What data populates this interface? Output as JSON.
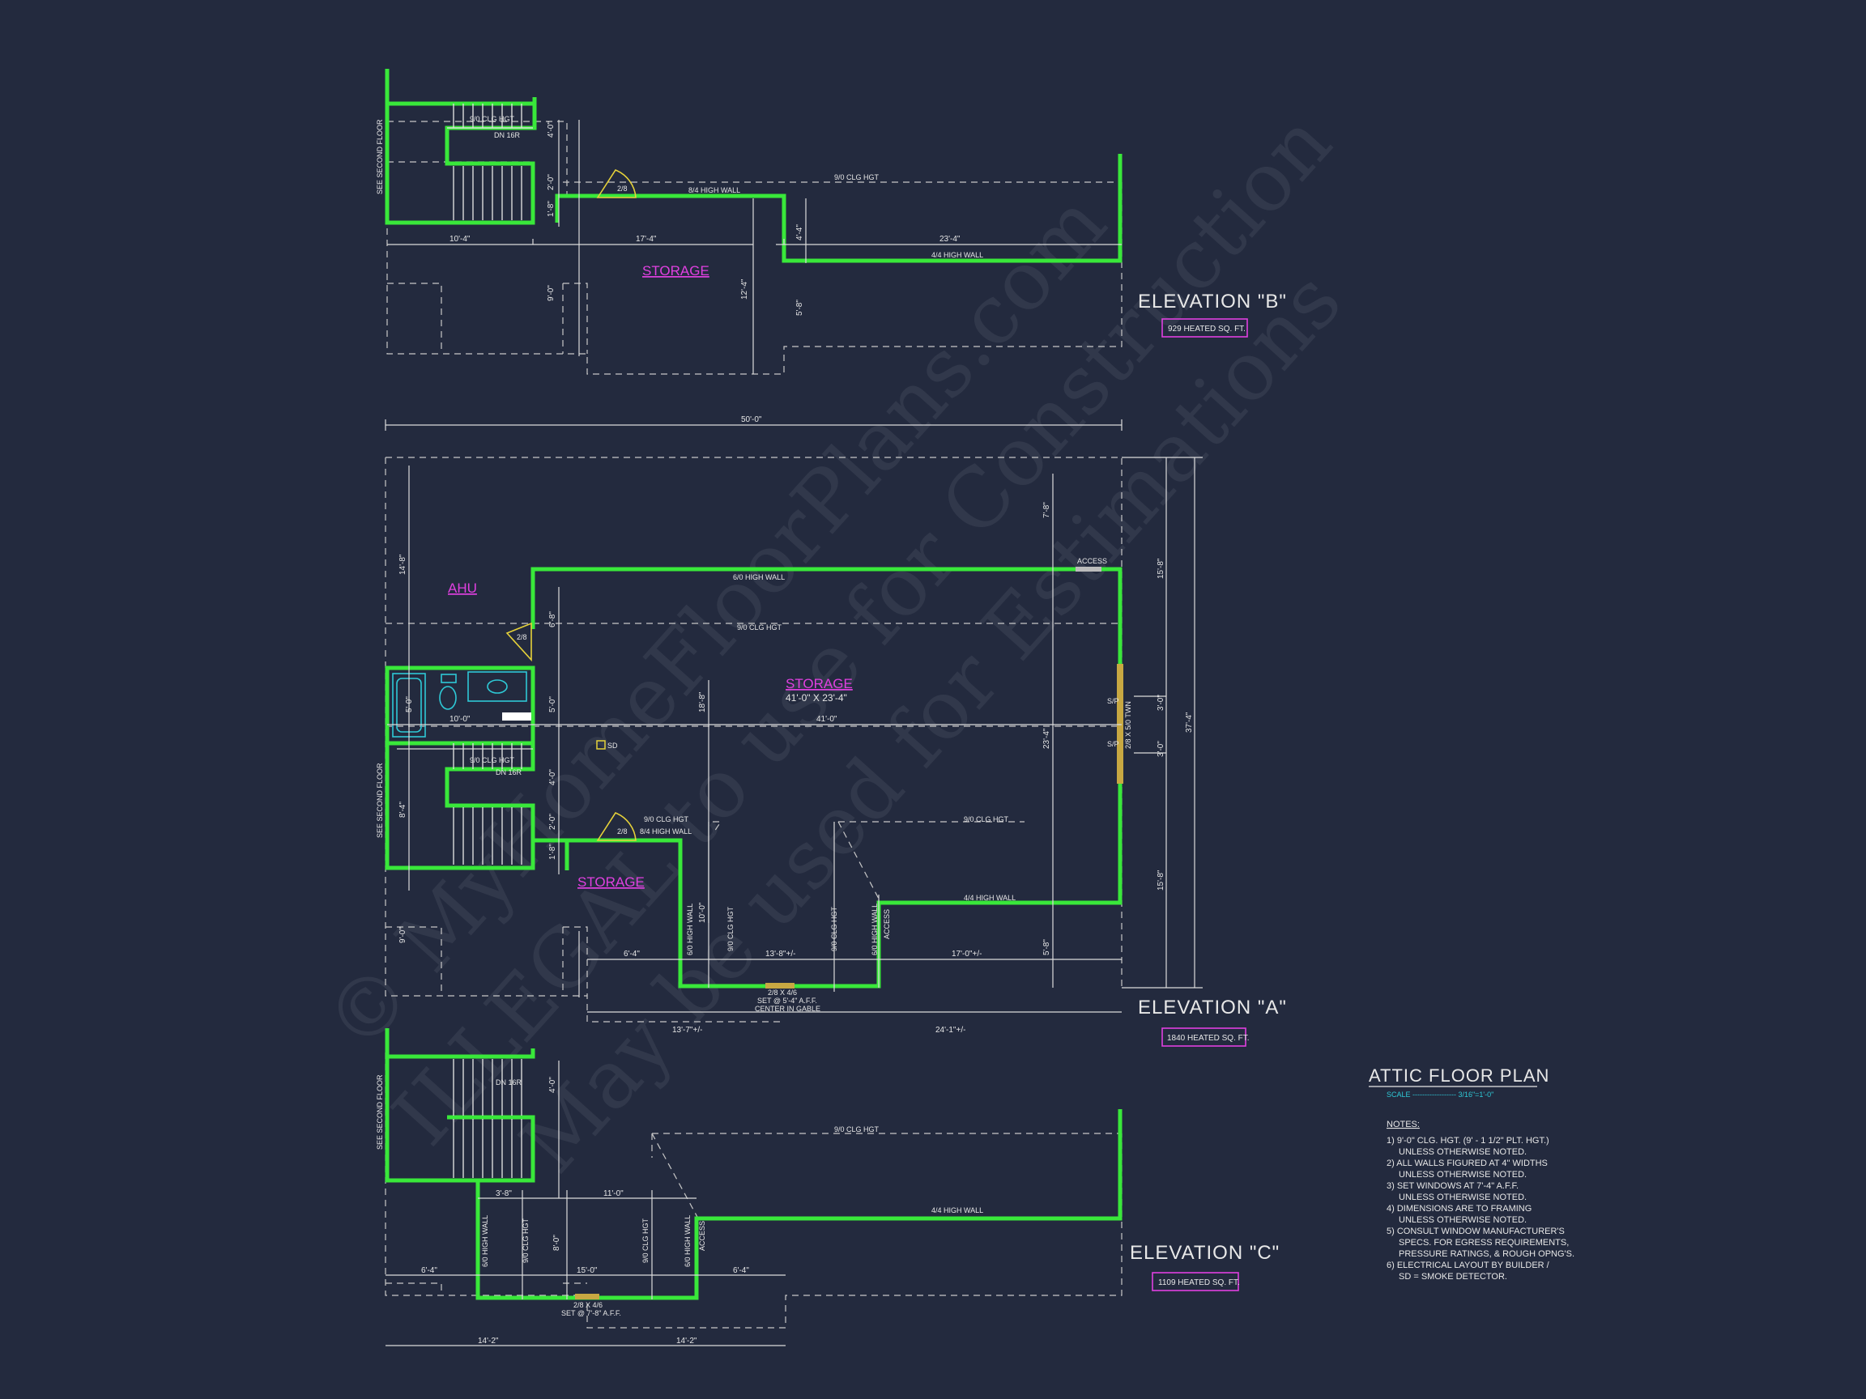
{
  "watermark": {
    "line1": "© MyHomeFloorPlans.com",
    "line2": "ILLEGAL to use for Construction",
    "line3": "May be used for Estimations"
  },
  "elevation_b": {
    "label": "ELEVATION \"B\"",
    "sqft": "929 HEATED SQ. FT.",
    "room": "STORAGE",
    "see_floor": "SEE SECOND FLOOR",
    "clg1": "9/0 CLG HGT",
    "clg2": "9/0 CLG HGT",
    "up": "DN 16R",
    "wall_high": "8/4 HIGH WALL",
    "wall_low": "4/4 HIGH WALL",
    "door": "2/8",
    "d1": "10'-4\"",
    "d2": "17'-4\"",
    "d3": "23'-4\"",
    "d4": "4'-0\"",
    "d5": "2'-0\"",
    "d6": "1'-8\"",
    "d7": "9'-0\"",
    "d8": "12'-4\"",
    "d9": "4'-4\"",
    "d10": "5'-8\""
  },
  "elevation_a": {
    "label": "ELEVATION \"A\"",
    "sqft": "1840 HEATED SQ. FT.",
    "room_main": "STORAGE",
    "room_main_dims": "41'-0\" X 23'-4\"",
    "room_lower": "STORAGE",
    "ahu": "AHU",
    "see_floor": "SEE SECOND FLOOR",
    "access_top": "ACCESS",
    "access_right": "ACCESS",
    "sd": "SD",
    "overall": "50'-0\"",
    "wall_top": "6/0 HIGH WALL",
    "clg_top": "9/0 CLG HGT",
    "clg_stair": "9/0 CLG HGT",
    "dn": "DN 16R",
    "clg_mid": "9/0 CLG HGT",
    "wall_mid": "8/4 HIGH WALL",
    "clg_right": "9/0 CLG HGT",
    "wall_right": "4/4 HIGH WALL",
    "wall_v1": "6/0 HIGH WALL",
    "clg_v1": "9/0 CLG HGT",
    "clg_v2": "9/0 CLG HGT",
    "wall_v2": "6/0 HIGH WALL",
    "window_right": "2/8 X 5/0 TWN",
    "sp1": "S/P",
    "sp2": "S/P",
    "win_bottom": "2/8 X 4/6",
    "win_bottom2": "SET @ 5'-4\" A.F.F.",
    "win_bottom3": "CENTER IN GABLE",
    "door1": "2/8",
    "door2": "2/8",
    "bath_w": "10'-0\"",
    "bath_h": "5'-0\"",
    "d14_8": "14'-8\"",
    "d6_8": "6'-8\"",
    "d5_0": "5'-0\"",
    "d4_0": "4'-0\"",
    "d2_0": "2'-0\"",
    "d1_8": "1'-8\"",
    "d8_4": "8'-4\"",
    "d9_0": "9'-0\"",
    "d18_8": "18'-8\"",
    "d41": "41'-0\"",
    "d7_8": "7'-8\"",
    "d23_4": "23'-4\"",
    "d5_8": "5'-8\"",
    "d10_0": "10'-0\"",
    "d6_4": "6'-4\"",
    "d13_8": "13'-8\"+/-",
    "d17_0": "17'-0\"+/-",
    "d13_7": "13'-7\"+/-",
    "d24_1": "24'-1\"+/-",
    "r15_8a": "15'-8\"",
    "r3_0a": "3'-0\"",
    "r3_0b": "3'-0\"",
    "r15_8b": "15'-8\"",
    "r37_4": "37'-4\""
  },
  "elevation_c": {
    "label": "ELEVATION \"C\"",
    "sqft": "1109 HEATED SQ. FT.",
    "see_floor": "SEE SECOND FLOOR",
    "dn": "DN 16R",
    "clg": "9/0 CLG HGT",
    "wall_low": "4/4 HIGH WALL",
    "wall_v1": "6/0 HIGH WALL",
    "clg_v1": "9/0 CLG HGT",
    "clg_v2": "9/0 CLG HGT",
    "wall_v2": "6/0 HIGH WALL",
    "access": "ACCESS",
    "win": "2/8 X 4/6",
    "win2": "SET @ 7'-8\" A.F.F.",
    "d3_8": "3'-8\"",
    "d11_0": "11'-0\"",
    "d6_4a": "6'-4\"",
    "d15_0": "15'-0\"",
    "d6_4b": "6'-4\"",
    "d14_2a": "14'-2\"",
    "d14_2b": "14'-2\"",
    "d4_0": "4'-0\"",
    "d8_0": "8'-0\""
  },
  "title_block": {
    "title": "ATTIC FLOOR PLAN",
    "scale": "SCALE ------------------ 3/16\"=1'-0\"",
    "notes_title": "NOTES:",
    "notes": [
      "1) 9'-0\"  CLG. HGT. (9' - 1 1/2\" PLT. HGT.)",
      "UNLESS OTHERWISE NOTED.",
      "2) ALL  WALLS FIGURED AT 4\" WIDTHS",
      "UNLESS OTHERWISE NOTED.",
      "3) SET WINDOWS AT 7'-4\" A.F.F.",
      "UNLESS OTHERWISE NOTED.",
      "4) DIMENSIONS ARE TO FRAMING",
      "UNLESS OTHERWISE NOTED.",
      "5) CONSULT WINDOW MANUFACTURER'S",
      "SPECS. FOR EGRESS REQUIREMENTS,",
      "PRESSURE RATINGS, & ROUGH OPNG'S.",
      "6) ELECTRICAL LAYOUT BY BUILDER /",
      "SD = SMOKE DETECTOR."
    ]
  },
  "colors": {
    "background": "#232a3e",
    "wall": "#39e83a",
    "room_label": "#e040e0",
    "fixture": "#2ec9d6",
    "door": "#e6d23a"
  }
}
